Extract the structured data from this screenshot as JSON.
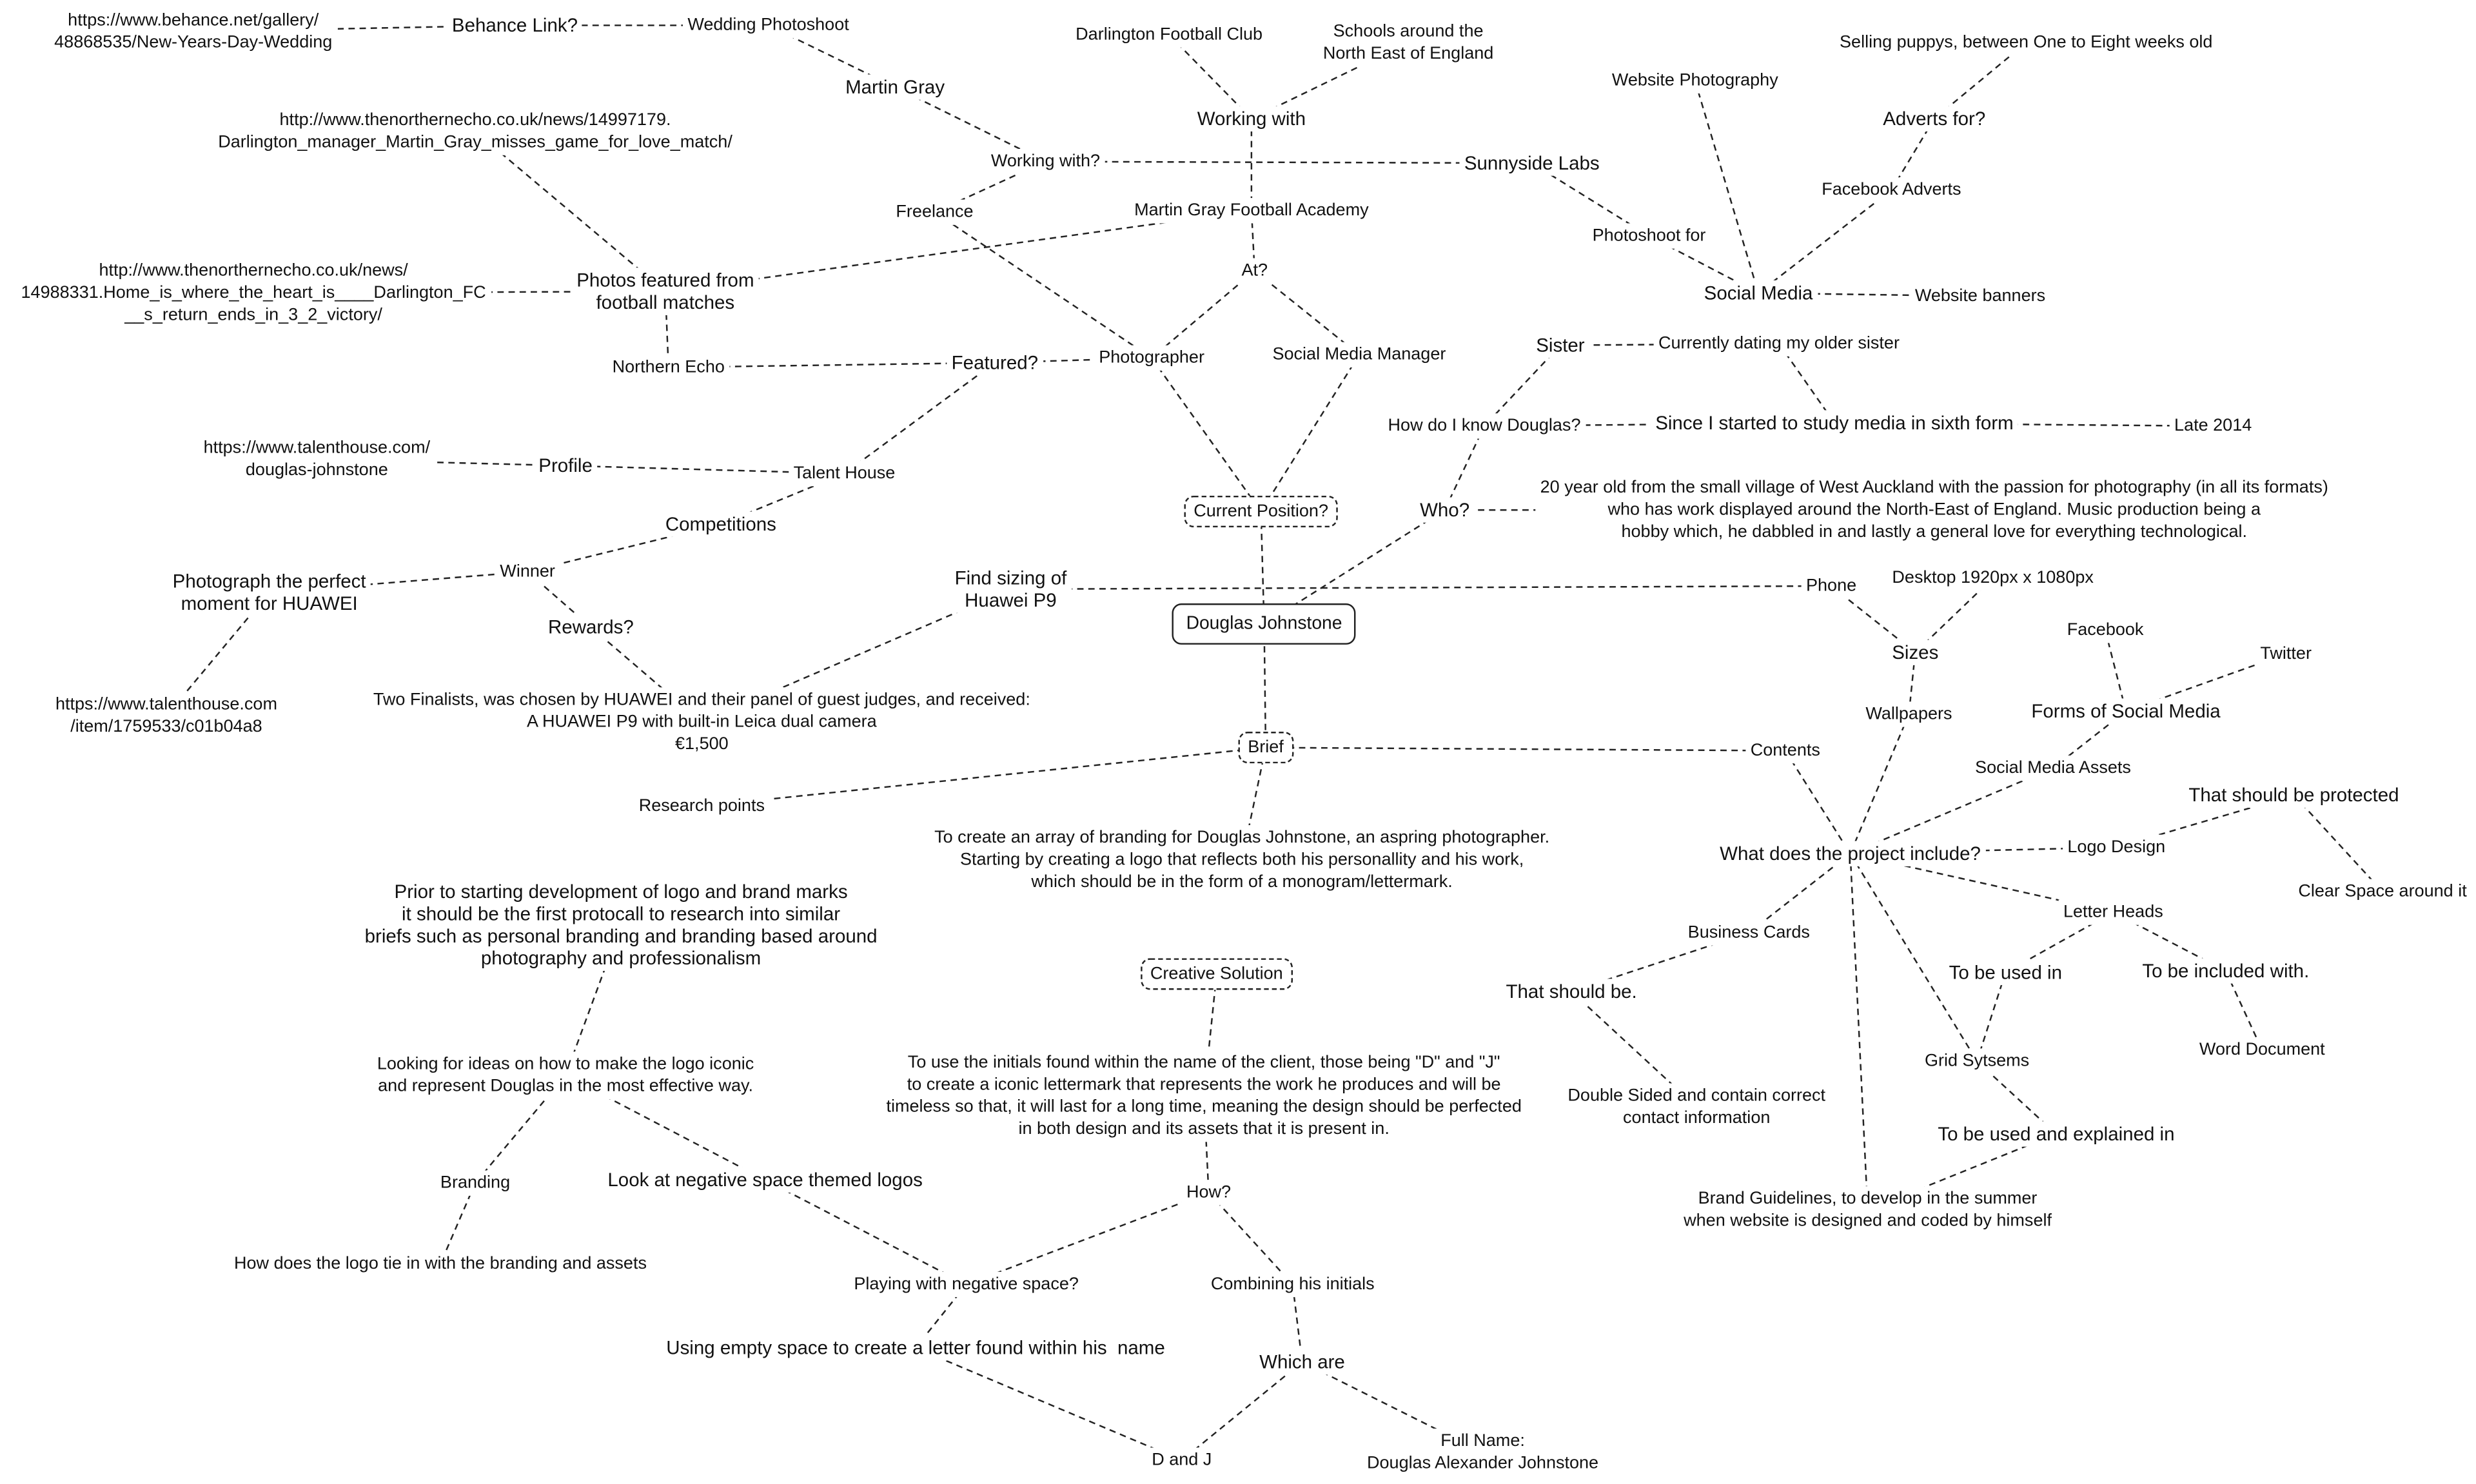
{
  "nodes": {
    "behance_url": "https://www.behance.net/gallery/\n48868535/New-Years-Day-Wedding",
    "behance_link": "Behance Link?",
    "wedding": "Wedding Photoshoot",
    "martin_gray": "Martin Gray",
    "working_with_q": "Working with?",
    "freelance": "Freelance",
    "darlington_fc": "Darlington Football Club",
    "schools": "Schools around the\nNorth East of England",
    "working_with": "Working with",
    "sunnyside": "Sunnyside Labs",
    "mgfa": "Martin Gray Football Academy",
    "at": "At?",
    "echo_url1": "http://www.thenorthernecho.co.uk/news/14997179.\nDarlington_manager_Martin_Gray_misses_game_for_love_match/",
    "photos_featured": "Photos featured from\nfootball matches",
    "echo_url2": "http://www.thenorthernecho.co.uk/news/\n14988331.Home_is_where_the_heart_is____Darlington_FC\n__s_return_ends_in_3_2_victory/",
    "northern_echo": "Northern Echo",
    "featured_q": "Featured?",
    "photographer": "Photographer",
    "smm": "Social Media Manager",
    "talenthouse_url": "https://www.talenthouse.com/\ndouglas-johnstone",
    "profile": "Profile",
    "talent_house": "Talent House",
    "competitions": "Competitions",
    "winner": "Winner",
    "photograph_perfect": "Photograph the perfect\nmoment for HUAWEI",
    "talenthouse_item": "https://www.talenthouse.com\n/item/1759533/c01b04a8",
    "rewards": "Rewards?",
    "two_finalists": "Two Finalists, was chosen by HUAWEI and their panel of guest judges, and received:\nA HUAWEI P9 with built-in Leica dual camera\n€1,500",
    "find_sizing": "Find sizing of\nHuawei P9",
    "current_position": "Current Position?",
    "douglas": "Douglas Johnstone",
    "brief": "Brief",
    "website_photo": "Website Photography",
    "selling_puppys": "Selling puppys, between One to Eight weeks old",
    "adverts_for": "Adverts for?",
    "facebook_adverts": "Facebook Adverts",
    "photoshoot_for": "Photoshoot for",
    "social_media": "Social Media",
    "website_banners": "Website banners",
    "sister": "Sister",
    "dating": "Currently dating my older sister",
    "how_know": "How do I know Douglas?",
    "since": "Since I started to study media in sixth form",
    "late": "Late 2014",
    "who": "Who?",
    "bio": "20 year old from the small village of West Auckland with the passion for photography (in all its formats)\nwho has work displayed around the North-East of England. Music production being a\nhobby which, he dabbled in and lastly a general love for everything technological.",
    "phone": "Phone",
    "desktop": "Desktop 1920px x 1080px",
    "sizes": "Sizes",
    "wallpapers": "Wallpapers",
    "facebook": "Facebook",
    "twitter": "Twitter",
    "forms_social": "Forms of Social Media",
    "contents": "Contents",
    "social_assets": "Social Media Assets",
    "what_include": "What does the project include?",
    "logo_design": "Logo Design",
    "protected": "That should be protected",
    "clear_space": "Clear Space around it",
    "business_cards": "Business Cards",
    "that_should_be": "That should be.",
    "double_sided": "Double Sided and contain correct\ncontact information",
    "letter_heads": "Letter Heads",
    "to_be_used_in": "To be used in",
    "to_be_included": "To be included with.",
    "word_doc": "Word Document",
    "grid": "Grid Sytsems",
    "used_explained": "To be used and explained in",
    "brand_guidelines": "Brand Guidelines, to develop in the summer\nwhen website is designed and coded by himself",
    "research_points": "Research points",
    "brief_text": "To create an array of branding for Douglas Johnstone, an aspring photographer.\nStarting by creating a logo that reflects both his personallity and his work,\nwhich should be in the form of a monogram/lettermark.",
    "prior": "Prior to starting development of logo and brand marks\nit should be the first protocall to research into similar\nbriefs such as personal branding and branding based around\nphotography and professionalism",
    "creative": "Creative Solution",
    "creative_text": "To use the initials found within the name of the client, those being \"D\" and \"J\"\nto create a iconic lettermark that represents the work he produces and will be\ntimeless so that, it will last for a long time, meaning the design should be perfected\nin both design and its assets that it is present in.",
    "looking": "Looking for ideas on how to make the logo iconic\nand represent Douglas in the most effective way.",
    "branding": "Branding",
    "negative_logos": "Look at negative space themed logos",
    "tie_in": "How does the logo tie in with the branding and assets",
    "how": "How?",
    "playing": "Playing with negative space?",
    "combining": "Combining his initials",
    "empty_space": "Using empty space to create a letter found within his  name",
    "which_are": "Which are",
    "d_and_j": "D and J",
    "full_name": "Full Name:\nDouglas Alexander Johnstone"
  },
  "edges": [
    [
      "behance_url",
      "behance_link"
    ],
    [
      "behance_link",
      "wedding"
    ],
    [
      "wedding",
      "martin_gray"
    ],
    [
      "martin_gray",
      "working_with_q"
    ],
    [
      "working_with_q",
      "sunnyside"
    ],
    [
      "working_with_q",
      "freelance"
    ],
    [
      "freelance",
      "photographer"
    ],
    [
      "working_with",
      "darlington_fc"
    ],
    [
      "working_with",
      "schools"
    ],
    [
      "working_with",
      "mgfa"
    ],
    [
      "mgfa",
      "at"
    ],
    [
      "at",
      "photographer"
    ],
    [
      "at",
      "smm"
    ],
    [
      "photos_featured",
      "mgfa"
    ],
    [
      "echo_url1",
      "photos_featured"
    ],
    [
      "echo_url2",
      "photos_featured"
    ],
    [
      "photos_featured",
      "northern_echo"
    ],
    [
      "northern_echo",
      "featured_q"
    ],
    [
      "featured_q",
      "photographer"
    ],
    [
      "featured_q",
      "talent_house"
    ],
    [
      "talent_house",
      "profile"
    ],
    [
      "profile",
      "talenthouse_url"
    ],
    [
      "talent_house",
      "competitions"
    ],
    [
      "competitions",
      "winner"
    ],
    [
      "winner",
      "photograph_perfect"
    ],
    [
      "winner",
      "rewards"
    ],
    [
      "photograph_perfect",
      "talenthouse_item"
    ],
    [
      "rewards",
      "two_finalists"
    ],
    [
      "two_finalists",
      "find_sizing"
    ],
    [
      "find_sizing",
      "phone"
    ],
    [
      "photographer",
      "current_position"
    ],
    [
      "smm",
      "current_position"
    ],
    [
      "current_position",
      "douglas"
    ],
    [
      "douglas",
      "who"
    ],
    [
      "who",
      "bio"
    ],
    [
      "who",
      "how_know"
    ],
    [
      "sister",
      "how_know"
    ],
    [
      "sister",
      "dating"
    ],
    [
      "dating",
      "since"
    ],
    [
      "how_know",
      "since"
    ],
    [
      "since",
      "late"
    ],
    [
      "sunnyside",
      "photoshoot_for"
    ],
    [
      "photoshoot_for",
      "social_media"
    ],
    [
      "website_photo",
      "social_media"
    ],
    [
      "facebook_adverts",
      "social_media"
    ],
    [
      "adverts_for",
      "facebook_adverts"
    ],
    [
      "selling_puppys",
      "adverts_for"
    ],
    [
      "social_media",
      "website_banners"
    ],
    [
      "phone",
      "sizes"
    ],
    [
      "desktop",
      "sizes"
    ],
    [
      "sizes",
      "wallpapers"
    ],
    [
      "wallpapers",
      "what_include"
    ],
    [
      "facebook",
      "forms_social"
    ],
    [
      "twitter",
      "forms_social"
    ],
    [
      "forms_social",
      "social_assets"
    ],
    [
      "social_assets",
      "what_include"
    ],
    [
      "douglas",
      "brief"
    ],
    [
      "brief",
      "contents"
    ],
    [
      "contents",
      "what_include"
    ],
    [
      "brief",
      "research_points"
    ],
    [
      "brief",
      "brief_text"
    ],
    [
      "prior",
      "looking"
    ],
    [
      "creative",
      "creative_text"
    ],
    [
      "creative_text",
      "how"
    ],
    [
      "what_include",
      "logo_design"
    ],
    [
      "logo_design",
      "protected"
    ],
    [
      "protected",
      "clear_space"
    ],
    [
      "what_include",
      "business_cards"
    ],
    [
      "business_cards",
      "that_should_be"
    ],
    [
      "that_should_be",
      "double_sided"
    ],
    [
      "what_include",
      "letter_heads"
    ],
    [
      "letter_heads",
      "to_be_used_in"
    ],
    [
      "letter_heads",
      "to_be_included"
    ],
    [
      "to_be_included",
      "word_doc"
    ],
    [
      "to_be_used_in",
      "grid"
    ],
    [
      "what_include",
      "grid"
    ],
    [
      "grid",
      "used_explained"
    ],
    [
      "what_include",
      "brand_guidelines"
    ],
    [
      "brand_guidelines",
      "used_explained"
    ],
    [
      "looking",
      "branding"
    ],
    [
      "looking",
      "negative_logos"
    ],
    [
      "branding",
      "tie_in"
    ],
    [
      "negative_logos",
      "playing"
    ],
    [
      "how",
      "playing"
    ],
    [
      "how",
      "combining"
    ],
    [
      "playing",
      "empty_space"
    ],
    [
      "combining",
      "which_are"
    ],
    [
      "empty_space",
      "d_and_j"
    ],
    [
      "which_are",
      "d_and_j"
    ],
    [
      "which_are",
      "full_name"
    ]
  ]
}
